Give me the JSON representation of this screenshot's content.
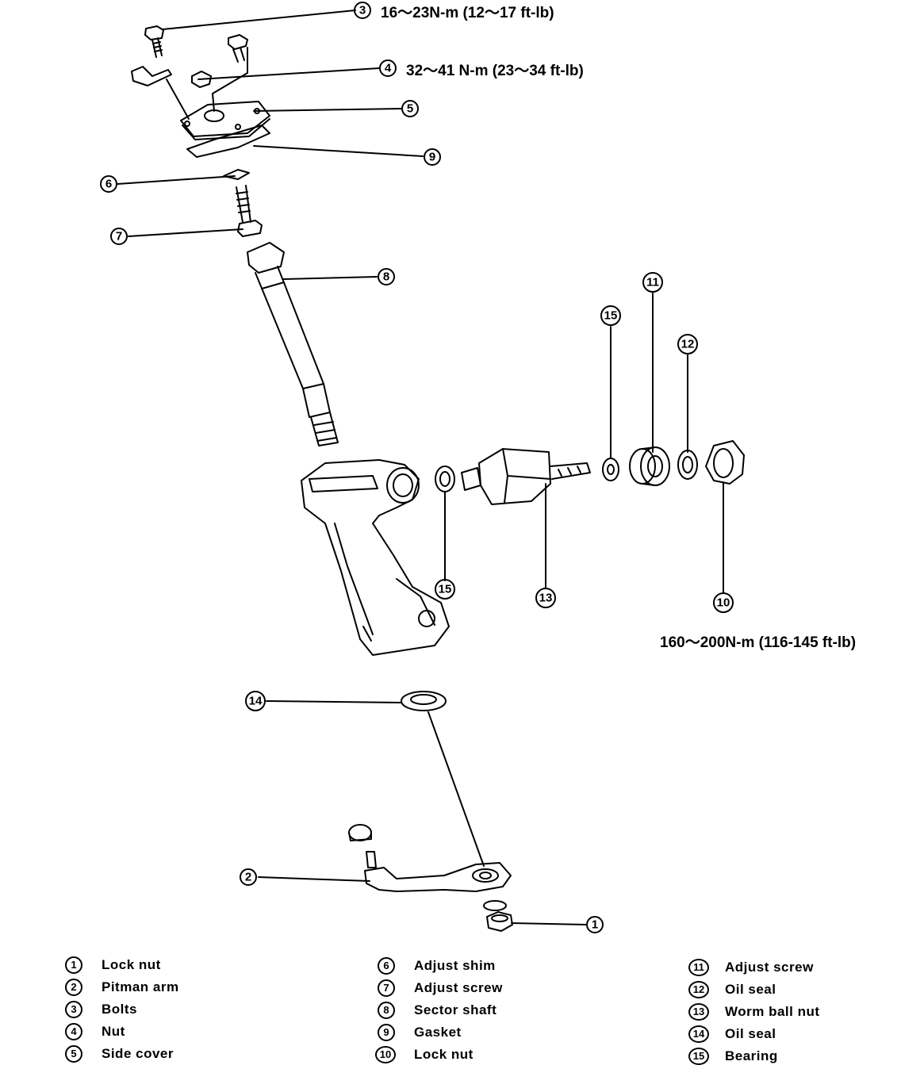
{
  "torque": {
    "bolts": "16～23N-m (12～17 ft-lb)",
    "nut": "32～41 N-m (23～34 ft-lb)",
    "lock_nut": "160～200N-m (116-145 ft-lb)"
  },
  "callouts": {
    "c1": "1",
    "c2": "2",
    "c3": "3",
    "c4": "4",
    "c5": "5",
    "c6": "6",
    "c7": "7",
    "c8": "8",
    "c9": "9",
    "c10": "10",
    "c11": "11",
    "c12": "12",
    "c13": "13",
    "c14": "14",
    "c15a": "15",
    "c15b": "15"
  },
  "legend": [
    {
      "num": "1",
      "label": "Lock nut"
    },
    {
      "num": "2",
      "label": "Pitman arm"
    },
    {
      "num": "3",
      "label": "Bolts"
    },
    {
      "num": "4",
      "label": "Nut"
    },
    {
      "num": "5",
      "label": "Side cover"
    },
    {
      "num": "6",
      "label": "Adjust shim"
    },
    {
      "num": "7",
      "label": "Adjust screw"
    },
    {
      "num": "8",
      "label": "Sector shaft"
    },
    {
      "num": "9",
      "label": "Gasket"
    },
    {
      "num": "10",
      "label": "Lock nut"
    },
    {
      "num": "11",
      "label": "Adjust screw"
    },
    {
      "num": "12",
      "label": "Oil seal"
    },
    {
      "num": "13",
      "label": "Worm ball nut"
    },
    {
      "num": "14",
      "label": "Oil seal"
    },
    {
      "num": "15",
      "label": "Bearing"
    }
  ]
}
